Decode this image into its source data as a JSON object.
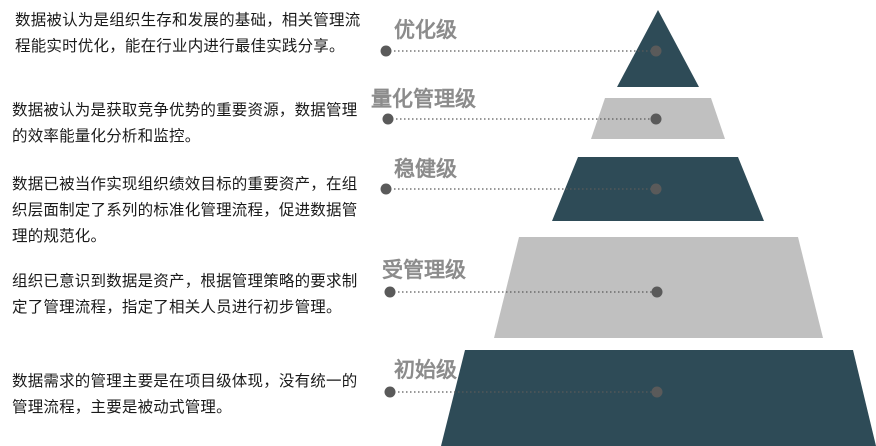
{
  "colors": {
    "dark_band": "#2e4b57",
    "light_band": "#c0c0c0",
    "label": "#8c8c8c",
    "dot": "#5a5a5a",
    "text": "#1a1a1a"
  },
  "levels": [
    {
      "label": "优化级",
      "description": "数据被认为是组织生存和发展的基础，相关管理流程能实时优化，能在行业内进行最佳实践分享。"
    },
    {
      "label": "量化管理级",
      "description": "数据被认为是获取竞争优势的重要资源，数据管理的效率能量化分析和监控。"
    },
    {
      "label": "稳健级",
      "description": "数据已被当作实现组织绩效目标的重要资产，在组织层面制定了系列的标准化管理流程，促进数据管理的规范化。"
    },
    {
      "label": "受管理级",
      "description": "组织已意识到数据是资产，根据管理策略的要求制定了管理流程，指定了相关人员进行初步管理。"
    },
    {
      "label": "初始级",
      "description": "数据需求的管理主要是在项目级体现，没有统一的管理流程，主要是被动式管理。"
    }
  ]
}
